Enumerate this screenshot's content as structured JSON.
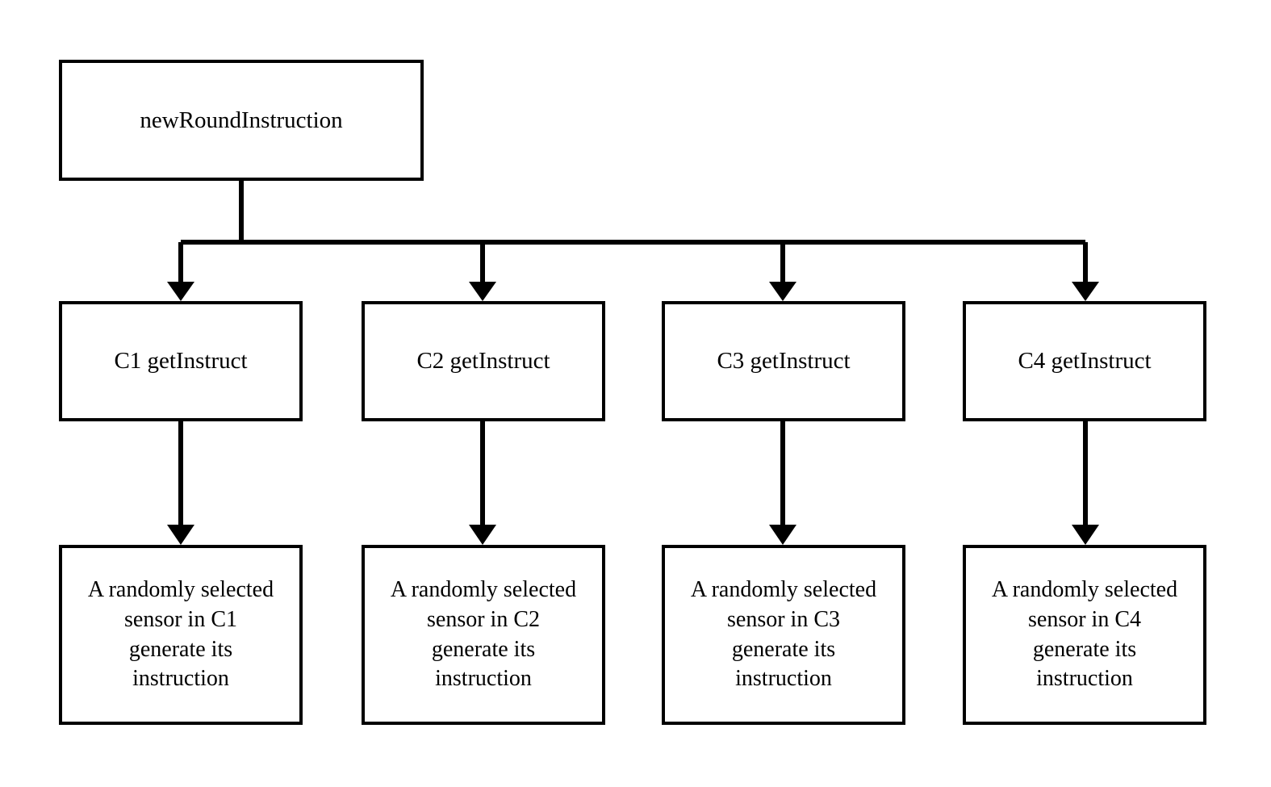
{
  "diagram": {
    "title": "newRoundInstruction flowchart",
    "type": "flowchart",
    "orientation": "top-down",
    "background_color": "#ffffff",
    "line_color": "#000000",
    "text_color": "#000000",
    "root": {
      "id": "newRoundInstruction",
      "label": "newRoundInstruction"
    },
    "columns": [
      {
        "mid": {
          "id": "c1-getinstruct",
          "label": "C1 getInstruct"
        },
        "leaf": {
          "id": "c1-leaf",
          "label": "A randomly selected\nsensor in C1\ngenerate its\ninstruction"
        }
      },
      {
        "mid": {
          "id": "c2-getinstruct",
          "label": "C2 getInstruct"
        },
        "leaf": {
          "id": "c2-leaf",
          "label": "A randomly selected\nsensor in C2\ngenerate its\ninstruction"
        }
      },
      {
        "mid": {
          "id": "c3-getinstruct",
          "label": "C3 getInstruct"
        },
        "leaf": {
          "id": "c3-leaf",
          "label": "A randomly selected\nsensor in C3\ngenerate its\ninstruction"
        }
      },
      {
        "mid": {
          "id": "c4-getinstruct",
          "label": "C4 getInstruct"
        },
        "leaf": {
          "id": "c4-leaf",
          "label": "A randomly selected\nsensor in C4\ngenerate its\ninstruction"
        }
      }
    ],
    "edges": [
      {
        "from": "newRoundInstruction",
        "to": "c1-getinstruct",
        "style": "orthogonal-arrow"
      },
      {
        "from": "newRoundInstruction",
        "to": "c2-getinstruct",
        "style": "orthogonal-arrow"
      },
      {
        "from": "newRoundInstruction",
        "to": "c3-getinstruct",
        "style": "orthogonal-arrow"
      },
      {
        "from": "newRoundInstruction",
        "to": "c4-getinstruct",
        "style": "orthogonal-arrow"
      },
      {
        "from": "c1-getinstruct",
        "to": "c1-leaf",
        "style": "straight-arrow"
      },
      {
        "from": "c2-getinstruct",
        "to": "c2-leaf",
        "style": "straight-arrow"
      },
      {
        "from": "c3-getinstruct",
        "to": "c3-leaf",
        "style": "straight-arrow"
      },
      {
        "from": "c4-getinstruct",
        "to": "c4-leaf",
        "style": "straight-arrow"
      }
    ]
  }
}
